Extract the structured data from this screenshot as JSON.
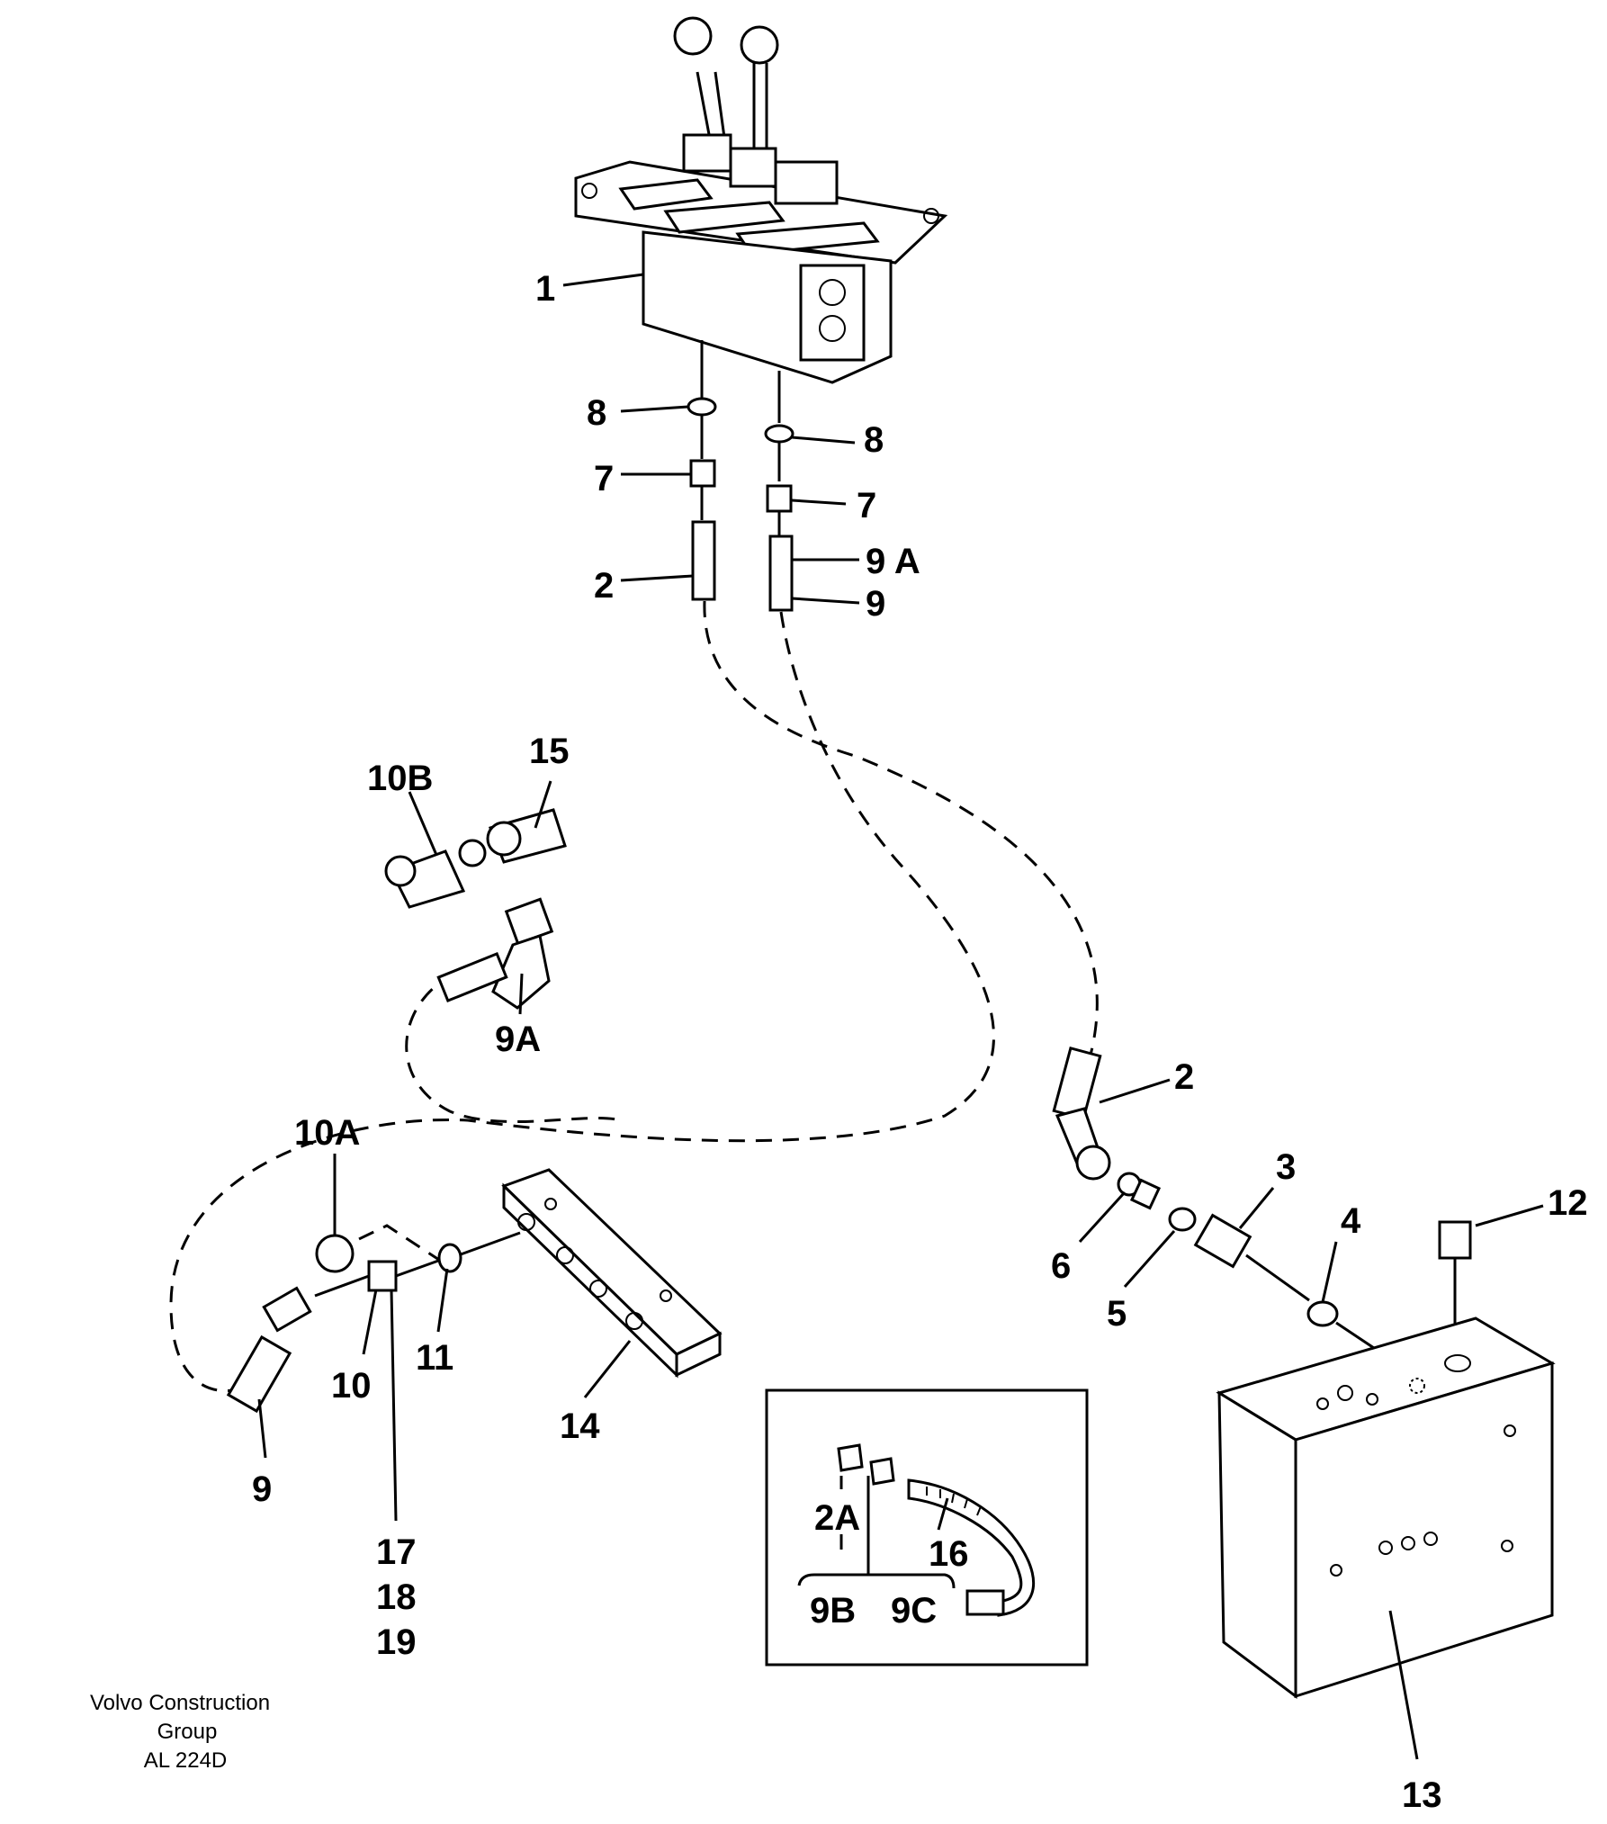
{
  "labels": {
    "p1": "1",
    "p8a": "8",
    "p8b": "8",
    "p7a": "7",
    "p7b": "7",
    "p2a": "2",
    "p9Aa": "9 A",
    "p9a": "9",
    "p15": "15",
    "p10B": "10B",
    "p9Ab": "9A",
    "p2b": "2",
    "p3": "3",
    "p4": "4",
    "p12": "12",
    "p6": "6",
    "p5": "5",
    "p10A": "10A",
    "p11": "11",
    "p10": "10",
    "p9b": "9",
    "p14": "14",
    "p17": "17",
    "p18": "18",
    "p19": "19",
    "p13": "13",
    "p2A": "2A",
    "p16": "16",
    "p9B": "9B",
    "p9C": "9C"
  },
  "footer": {
    "line1": "Volvo Construction",
    "line2": "Group",
    "line3": "AL 224D"
  }
}
